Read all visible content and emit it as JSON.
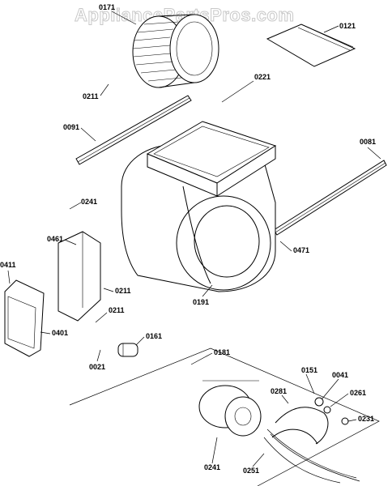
{
  "watermark": "AppliancePartsPros.com",
  "parts": [
    {
      "id": "p0171",
      "label": "0171"
    },
    {
      "id": "p0121",
      "label": "0121"
    },
    {
      "id": "p0221",
      "label": "0221"
    },
    {
      "id": "p0211a",
      "label": "0211"
    },
    {
      "id": "p0091",
      "label": "0091"
    },
    {
      "id": "p0081",
      "label": "0081"
    },
    {
      "id": "p0241a",
      "label": "0241"
    },
    {
      "id": "p0461",
      "label": "0461"
    },
    {
      "id": "p0471",
      "label": "0471"
    },
    {
      "id": "p0411",
      "label": "0411"
    },
    {
      "id": "p0211b",
      "label": "0211"
    },
    {
      "id": "p0191",
      "label": "0191"
    },
    {
      "id": "p0211c",
      "label": "0211"
    },
    {
      "id": "p0401",
      "label": "0401"
    },
    {
      "id": "p0161",
      "label": "0161"
    },
    {
      "id": "p0021",
      "label": "0021"
    },
    {
      "id": "p0181",
      "label": "0181"
    },
    {
      "id": "p0151",
      "label": "0151"
    },
    {
      "id": "p0041",
      "label": "0041"
    },
    {
      "id": "p0281",
      "label": "0281"
    },
    {
      "id": "p0261",
      "label": "0261"
    },
    {
      "id": "p0231",
      "label": "0231"
    },
    {
      "id": "p0241b",
      "label": "0241"
    },
    {
      "id": "p0251",
      "label": "0251"
    }
  ]
}
